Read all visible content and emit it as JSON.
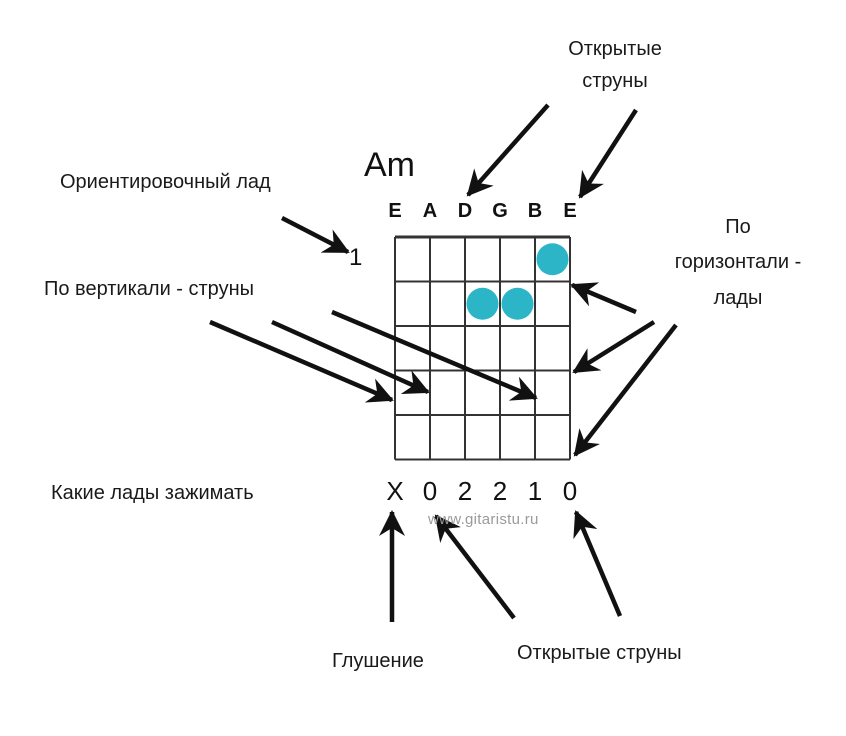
{
  "chord": {
    "name": "Am",
    "strings": [
      "E",
      "A",
      "D",
      "G",
      "B",
      "E"
    ],
    "start_fret": "1",
    "fret_states": [
      "X",
      "0",
      "2",
      "2",
      "1",
      "0"
    ],
    "fingers": [
      {
        "string": 5,
        "fret": 1
      },
      {
        "string": 3,
        "fret": 2
      },
      {
        "string": 4,
        "fret": 2
      }
    ],
    "finger_color": "#2bb5c6"
  },
  "labels": {
    "open_strings_top_1": "Открытые",
    "open_strings_top_2": "струны",
    "reference_fret": "Ориентировочный лад",
    "vertical_strings": "По вертикали - струны",
    "horizontal_1": "По",
    "horizontal_2": "горизонтали -",
    "horizontal_3": "лады",
    "which_frets": "Какие лады зажимать",
    "muting": "Глушение",
    "open_strings_bottom": "Открытые струны"
  },
  "watermark": "www.gitaristu.ru"
}
